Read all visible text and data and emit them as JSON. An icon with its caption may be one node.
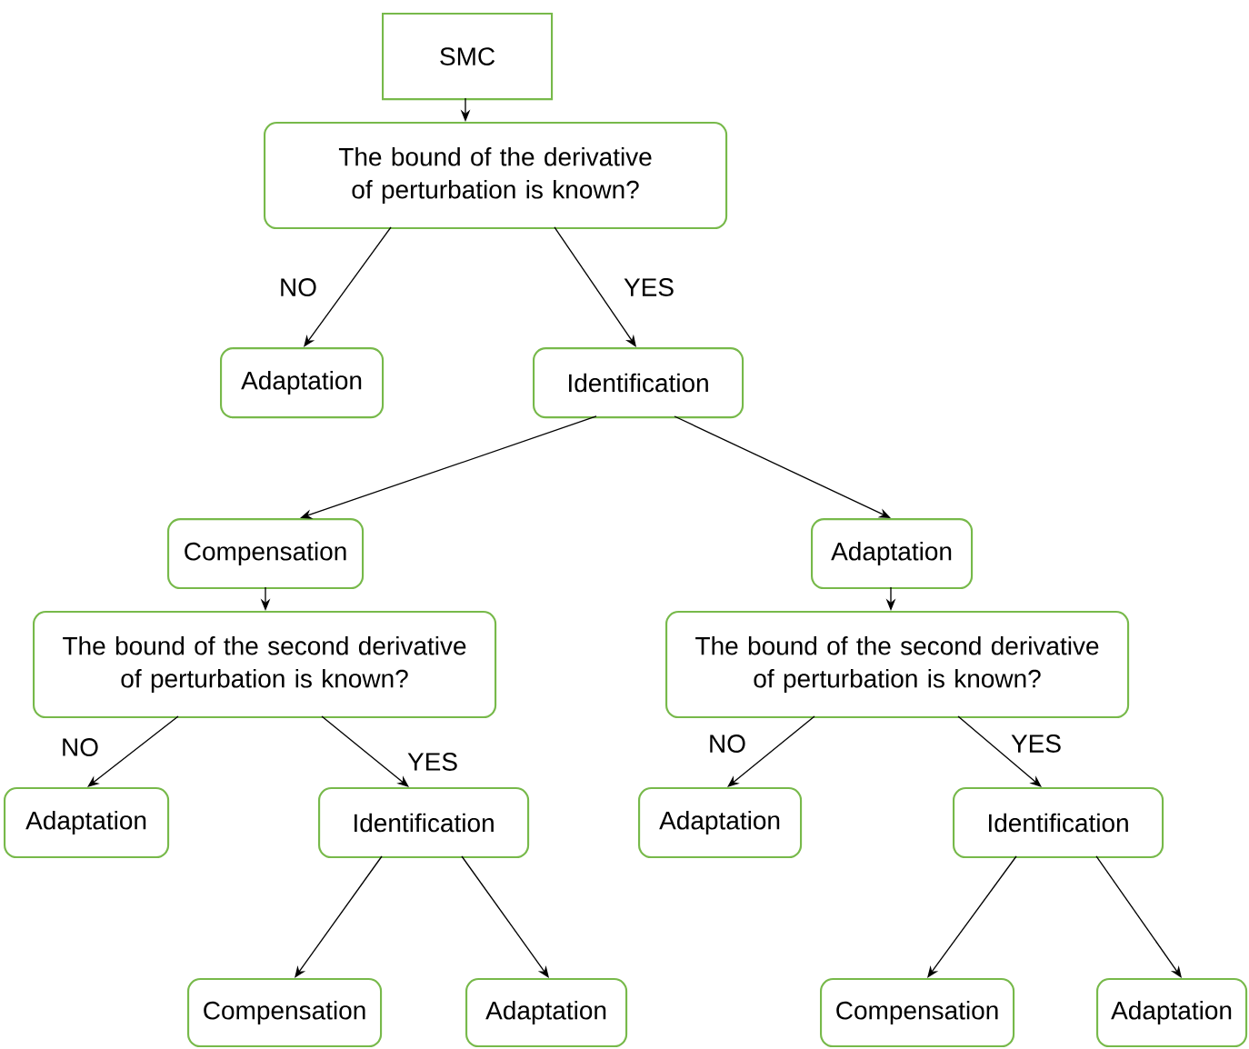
{
  "diagram": {
    "nodes": [
      {
        "text": [
          "SMC"
        ]
      },
      {
        "text": [
          "The bound of the derivative of perturbation is known?"
        ]
      },
      {
        "text": [
          "Adaptation"
        ]
      },
      {
        "text": [
          "Identification"
        ]
      },
      {
        "text": [
          "Compensation"
        ]
      },
      {
        "text": [
          "Adaptation"
        ]
      },
      {
        "text": [
          "The bound of the second derivative of perturbation is known?"
        ]
      },
      {
        "text": [
          "The bound of the second derivative of perturbation is known?"
        ]
      },
      {
        "text": [
          "Adaptation"
        ]
      },
      {
        "text": [
          "Identification"
        ]
      },
      {
        "text": [
          "Adaptation"
        ]
      },
      {
        "text": [
          "Identification"
        ]
      },
      {
        "text": [
          "Compensation"
        ]
      },
      {
        "text": [
          "Adaptation"
        ]
      },
      {
        "text": [
          "Compensation"
        ]
      },
      {
        "text": [
          "Adaptation"
        ]
      }
    ],
    "edges": [
      {
        "from": 0,
        "to": 1,
        "arrow": "to"
      },
      {
        "from": 1,
        "to": 2,
        "arrow": "to",
        "label": "NO"
      },
      {
        "from": 1,
        "to": 3,
        "arrow": "to",
        "label": "YES"
      },
      {
        "from": 3,
        "to": 4,
        "arrow": "to"
      },
      {
        "from": 3,
        "to": 5,
        "arrow": "to"
      },
      {
        "from": 4,
        "to": 6,
        "arrow": "to"
      },
      {
        "from": 5,
        "to": 7,
        "arrow": "to"
      },
      {
        "from": 6,
        "to": 8,
        "arrow": "to",
        "label": "NO"
      },
      {
        "from": 6,
        "to": 9,
        "arrow": "to",
        "label": "YES"
      },
      {
        "from": 7,
        "to": 10,
        "arrow": "to",
        "label": "NO"
      },
      {
        "from": 7,
        "to": 11,
        "arrow": "to",
        "label": "YES"
      },
      {
        "from": 9,
        "to": 12,
        "arrow": "to"
      },
      {
        "from": 9,
        "to": 13,
        "arrow": "to"
      },
      {
        "from": 11,
        "to": 14,
        "arrow": "to"
      },
      {
        "from": 11,
        "to": 15,
        "arrow": "to"
      }
    ]
  }
}
